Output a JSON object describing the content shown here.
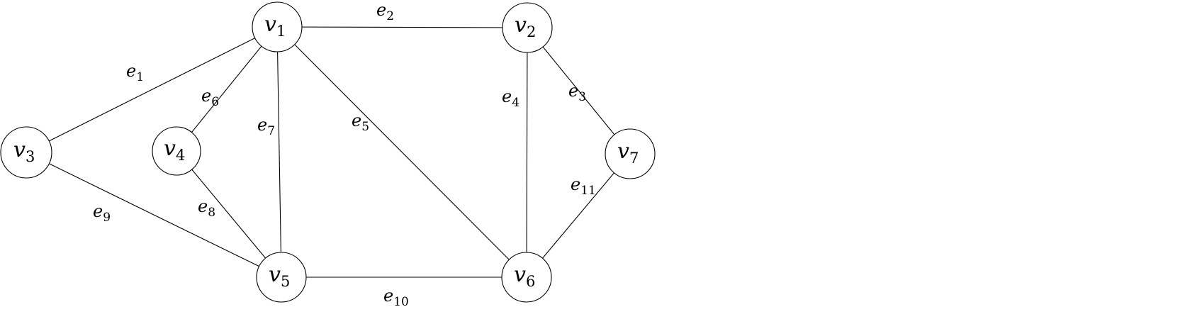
{
  "graph": {
    "nodes": [
      {
        "id": "v1",
        "base": "v",
        "sub": "1"
      },
      {
        "id": "v2",
        "base": "v",
        "sub": "2"
      },
      {
        "id": "v3",
        "base": "v",
        "sub": "3"
      },
      {
        "id": "v4",
        "base": "v",
        "sub": "4"
      },
      {
        "id": "v5",
        "base": "v",
        "sub": "5"
      },
      {
        "id": "v6",
        "base": "v",
        "sub": "6"
      },
      {
        "id": "v7",
        "base": "v",
        "sub": "7"
      }
    ],
    "edges": [
      {
        "id": "e1",
        "base": "e",
        "sub": "1",
        "from": "v1",
        "to": "v3"
      },
      {
        "id": "e2",
        "base": "e",
        "sub": "2",
        "from": "v1",
        "to": "v2"
      },
      {
        "id": "e3",
        "base": "e",
        "sub": "3",
        "from": "v2",
        "to": "v7"
      },
      {
        "id": "e4",
        "base": "e",
        "sub": "4",
        "from": "v2",
        "to": "v6"
      },
      {
        "id": "e5",
        "base": "e",
        "sub": "5",
        "from": "v1",
        "to": "v6"
      },
      {
        "id": "e6",
        "base": "e",
        "sub": "6",
        "from": "v1",
        "to": "v4"
      },
      {
        "id": "e7",
        "base": "e",
        "sub": "7",
        "from": "v1",
        "to": "v5"
      },
      {
        "id": "e8",
        "base": "e",
        "sub": "8",
        "from": "v4",
        "to": "v5"
      },
      {
        "id": "e9",
        "base": "e",
        "sub": "9",
        "from": "v3",
        "to": "v5"
      },
      {
        "id": "e10",
        "base": "e",
        "sub": "10",
        "from": "v5",
        "to": "v6"
      },
      {
        "id": "e11",
        "base": "e",
        "sub": "11",
        "from": "v7",
        "to": "v6"
      }
    ]
  }
}
